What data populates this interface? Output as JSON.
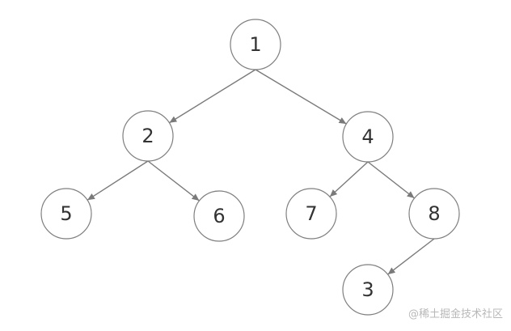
{
  "diagram": {
    "type": "binary-tree",
    "style": {
      "node_fill": "#ffffff",
      "node_stroke": "#7f7f7f",
      "edge_color": "#7a7a7a",
      "label_color": "#333333"
    },
    "nodes": [
      {
        "id": "n1",
        "label": "1"
      },
      {
        "id": "n2",
        "label": "2"
      },
      {
        "id": "n4",
        "label": "4"
      },
      {
        "id": "n5",
        "label": "5"
      },
      {
        "id": "n6",
        "label": "6"
      },
      {
        "id": "n7",
        "label": "7"
      },
      {
        "id": "n8",
        "label": "8"
      },
      {
        "id": "n3",
        "label": "3"
      }
    ],
    "edges": [
      {
        "from": "n1",
        "to": "n2"
      },
      {
        "from": "n1",
        "to": "n4"
      },
      {
        "from": "n2",
        "to": "n5"
      },
      {
        "from": "n2",
        "to": "n6"
      },
      {
        "from": "n4",
        "to": "n7"
      },
      {
        "from": "n4",
        "to": "n8"
      },
      {
        "from": "n8",
        "to": "n3"
      }
    ]
  },
  "watermark": {
    "text": "@稀土掘金技术社区"
  }
}
